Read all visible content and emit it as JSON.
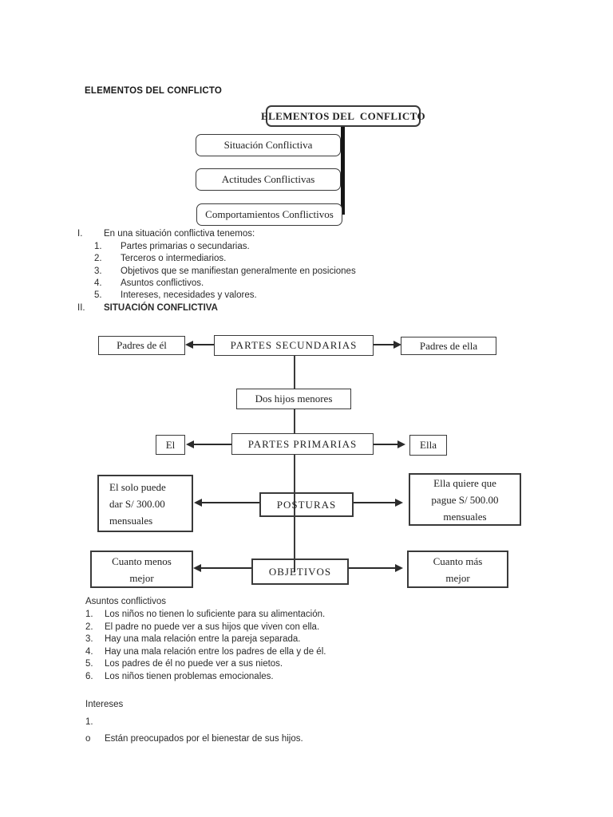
{
  "page": {
    "heading": "ELEMENTOS DEL CONFLICTO"
  },
  "diagram1": {
    "root": "ELEMENTOS DEL  CONFLICTO",
    "items": [
      {
        "label": "Situación Conflictiva"
      },
      {
        "label": "Actitudes Conflictivas"
      },
      {
        "label": "Comportamientos Conflictivos"
      }
    ]
  },
  "section1": {
    "numeral": "I.",
    "title": "En una situación conflictiva tenemos:",
    "items": [
      {
        "num": "1.",
        "text": "Partes primarias o secundarias."
      },
      {
        "num": "2.",
        "text": "Terceros o intermediarios."
      },
      {
        "num": "3.",
        "text": "Objetivos que se manifiestan generalmente en posiciones"
      },
      {
        "num": "4.",
        "text": "Asuntos conflictivos."
      },
      {
        "num": "5.",
        "text": "Intereses, necesidades y valores."
      }
    ]
  },
  "section2": {
    "numeral": "II.",
    "title": "SITUACIÓN CONFLICTIVA"
  },
  "diagram2": {
    "secundarias": {
      "left": "Padres de él",
      "center": "PARTES SECUNDARIAS",
      "right": "Padres de ella"
    },
    "hijos": "Dos hijos menores",
    "primarias": {
      "left": "El",
      "center": "PARTES PRIMARIAS",
      "right": "Ella"
    },
    "posturas": {
      "left_lines": [
        "El solo puede",
        "dar S/ 300.00",
        "mensuales"
      ],
      "center": "POSTURAS",
      "right_lines": [
        "Ella quiere que",
        "pague S/ 500.00",
        "mensuales"
      ]
    },
    "objetivos": {
      "left_lines": [
        "Cuanto menos",
        "mejor"
      ],
      "center": "OBJETIVOS",
      "right_lines": [
        "Cuanto más",
        "mejor"
      ]
    }
  },
  "asuntos": {
    "title": "Asuntos conflictivos",
    "items": [
      {
        "num": "1.",
        "text": "Los niños no tienen lo suficiente para su alimentación."
      },
      {
        "num": "2.",
        "text": "El padre no puede ver a sus hijos que viven con ella."
      },
      {
        "num": "3.",
        "text": "Hay una mala relación entre la pareja separada."
      },
      {
        "num": "4.",
        "text": "Hay una mala relación entre los padres de ella y de él."
      },
      {
        "num": "5.",
        "text": "Los padres de él no puede ver a sus nietos."
      },
      {
        "num": "6.",
        "text": "Los niños tienen problemas emocionales."
      }
    ]
  },
  "intereses": {
    "title": "Intereses",
    "num": "1.",
    "bullet": "o",
    "text": "Están preocupados por el bienestar de sus hijos."
  },
  "colors": {
    "ink": "#1f1f1f",
    "diagram_border": "#3a3a3a",
    "page_background": "#ffffff"
  }
}
